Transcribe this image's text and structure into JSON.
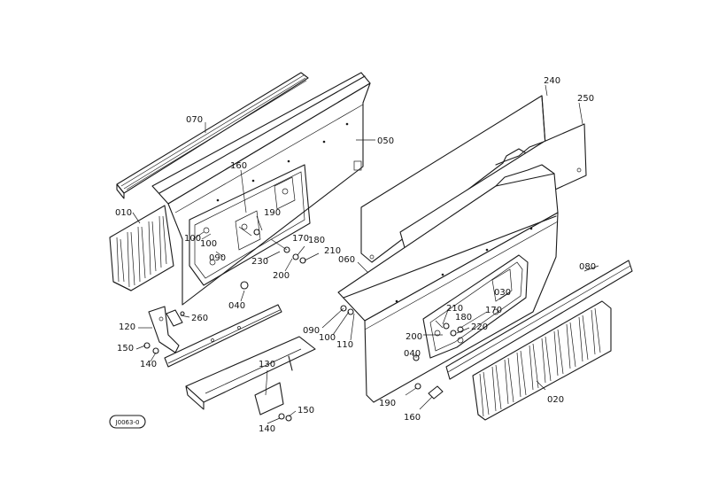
{
  "part_labels": {
    "p010": "010",
    "p020": "020",
    "p030": "030",
    "p040a": "040",
    "p040b": "040",
    "p050": "050",
    "p060": "060",
    "p070": "070",
    "p080": "080",
    "p090a": "090",
    "p090b": "090",
    "p100a": "100",
    "p100b": "100",
    "p100c": "100",
    "p110": "110",
    "p120": "120",
    "p130": "130",
    "p140a": "140",
    "p140b": "140",
    "p150a": "150",
    "p150b": "150",
    "p160a": "160",
    "p160b": "160",
    "p170a": "170",
    "p170b": "170",
    "p180a": "180",
    "p180b": "180",
    "p190a": "190",
    "p190b": "190",
    "p200a": "200",
    "p200b": "200",
    "p210a": "210",
    "p210b": "210",
    "p220": "220",
    "p230": "230",
    "p240": "240",
    "p250": "250",
    "p260": "260"
  },
  "drawing_code": "J0063-0"
}
